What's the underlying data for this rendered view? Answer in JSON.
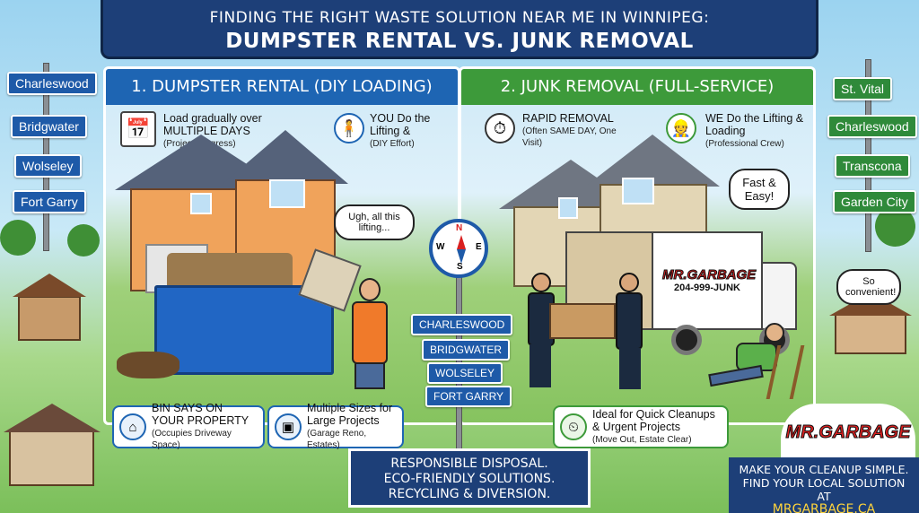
{
  "title": {
    "line1": "FINDING THE RIGHT WASTE SOLUTION NEAR ME IN WINNIPEG:",
    "line2": "DUMPSTER RENTAL VS. JUNK REMOVAL"
  },
  "left_signs": [
    "Charleswood",
    "Bridgwater",
    "Wolseley",
    "Fort Garry"
  ],
  "right_signs": [
    "St. Vital",
    "Charleswood",
    "Transcona",
    "Garden City"
  ],
  "center_signs": [
    "CHARLESWOOD",
    "BRIDGWATER",
    "WOLSELEY",
    "FORT GARRY"
  ],
  "compass": {
    "n": "N",
    "s": "S",
    "e": "E",
    "w": "W"
  },
  "dumpster": {
    "header": "1. DUMPSTER RENTAL (DIY LOADING)",
    "feature1": {
      "title": "Load gradually over MULTIPLE DAYS",
      "sub": "(Project Progress)",
      "icon": "calendar-icon"
    },
    "feature2": {
      "title": "YOU Do the Lifting &",
      "sub": "(DIY Effort)",
      "icon": "person-lifting-icon"
    },
    "speech": "Ugh, all this lifting...",
    "card1": {
      "title": "BIN SAYS ON YOUR PROPERTY",
      "sub": "(Occupies Driveway Space)",
      "icon": "house-icon"
    },
    "card2": {
      "title": "Multiple Sizes for Large Projects",
      "sub": "(Garage Reno, Estates)",
      "icon": "box-icon"
    }
  },
  "junk": {
    "header": "2. JUNK REMOVAL (FULL-SERVICE)",
    "feature1": {
      "title": "RAPID REMOVAL",
      "sub": "(Often SAME DAY, One Visit)",
      "icon": "stopwatch-icon"
    },
    "feature2": {
      "title": "WE Do the Lifting & Loading",
      "sub": "(Professional Crew)",
      "icon": "crew-icon"
    },
    "speech1": "Fast & Easy!",
    "speech2": "So convenient!",
    "truck_brand": "MR.GARBAGE",
    "truck_phone": "204-999-JUNK",
    "card1": {
      "title": "Ideal for Quick Cleanups & Urgent Projects",
      "sub": "(Move Out, Estate Clear)",
      "icon": "clock-icon"
    }
  },
  "ribbon": {
    "line1": "RESPONSIBLE DISPOSAL.",
    "line2": "ECO-FRIENDLY SOLUTIONS.",
    "line3": "RECYCLING & DIVERSION."
  },
  "logo": "MR.GARBAGE",
  "cta": {
    "line1": "MAKE YOUR CLEANUP SIMPLE.",
    "line2": "FIND YOUR LOCAL SOLUTION AT",
    "url": "MRGARBAGE.CA"
  },
  "colors": {
    "navy": "#1d3f78",
    "blue": "#1e65b3",
    "green": "#3d9a3a",
    "red": "#d92020",
    "yellow": "#ffd43b"
  }
}
